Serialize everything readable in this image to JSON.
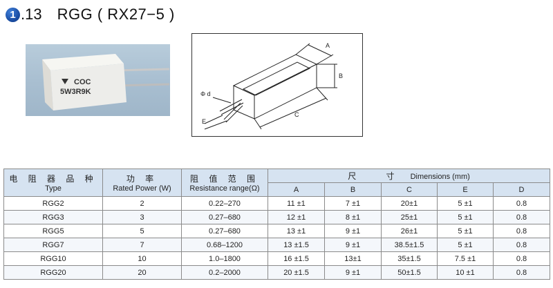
{
  "title": {
    "bullet": "1",
    "number": ".13",
    "name": "RGG ( RX27−5 )"
  },
  "photo": {
    "marking_line1": "COC",
    "marking_line2": "5W3R9K"
  },
  "diagram": {
    "labels": {
      "a": "A",
      "b": "B",
      "c": "C",
      "d": "Φ d",
      "e": "E"
    }
  },
  "table": {
    "headers": {
      "type_zh": "电 阻 器 品 种",
      "type_en": "Type",
      "power_zh": "功 率",
      "power_en": "Rated Power (W)",
      "range_zh": "阻 值 范 围",
      "range_en": "Resistance range(Ω)",
      "dims_zh": "尺 寸",
      "dims_en": "Dimensions (mm)",
      "dim_cols": [
        "A",
        "B",
        "C",
        "E",
        "D"
      ]
    },
    "rows": [
      [
        "RGG2",
        "2",
        "0.22–270",
        "11 ±1",
        "7 ±1",
        "20±1",
        "5 ±1",
        "0.8"
      ],
      [
        "RGG3",
        "3",
        "0.27–680",
        "12 ±1",
        "8 ±1",
        "25±1",
        "5 ±1",
        "0.8"
      ],
      [
        "RGG5",
        "5",
        "0.27–680",
        "13 ±1",
        "9 ±1",
        "26±1",
        "5 ±1",
        "0.8"
      ],
      [
        "RGG7",
        "7",
        "0.68–1200",
        "13 ±1.5",
        "9 ±1",
        "38.5±1.5",
        "5 ±1",
        "0.8"
      ],
      [
        "RGG10",
        "10",
        "1.0–1800",
        "16 ±1.5",
        "13±1",
        "35±1.5",
        "7.5 ±1",
        "0.8"
      ],
      [
        "RGG20",
        "20",
        "0.2–2000",
        "20 ±1.5",
        "9 ±1",
        "50±1.5",
        "10 ±1",
        "0.8"
      ]
    ]
  }
}
